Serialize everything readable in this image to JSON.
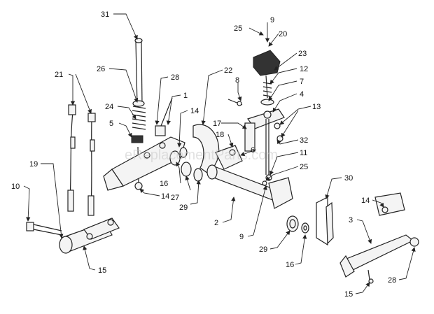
{
  "watermark": "eReplacementParts.com",
  "callouts": [
    {
      "id": "c31a",
      "label": "31"
    },
    {
      "id": "c9a",
      "label": "9"
    },
    {
      "id": "c25a",
      "label": "25"
    },
    {
      "id": "c20",
      "label": "20"
    },
    {
      "id": "c23",
      "label": "23"
    },
    {
      "id": "c21",
      "label": "21"
    },
    {
      "id": "c26",
      "label": "26"
    },
    {
      "id": "c28a",
      "label": "28"
    },
    {
      "id": "c22",
      "label": "22"
    },
    {
      "id": "c12",
      "label": "12"
    },
    {
      "id": "c7",
      "label": "7"
    },
    {
      "id": "c8",
      "label": "8"
    },
    {
      "id": "c1",
      "label": "1"
    },
    {
      "id": "c4",
      "label": "4"
    },
    {
      "id": "c24",
      "label": "24"
    },
    {
      "id": "c14a",
      "label": "14"
    },
    {
      "id": "c13",
      "label": "13"
    },
    {
      "id": "c5",
      "label": "5"
    },
    {
      "id": "c17",
      "label": "17"
    },
    {
      "id": "c32",
      "label": "32"
    },
    {
      "id": "c18",
      "label": "18"
    },
    {
      "id": "c6",
      "label": "6"
    },
    {
      "id": "c11",
      "label": "11"
    },
    {
      "id": "c19",
      "label": "19"
    },
    {
      "id": "c25b",
      "label": "25"
    },
    {
      "id": "c16a",
      "label": "16"
    },
    {
      "id": "c27",
      "label": "27"
    },
    {
      "id": "c30",
      "label": "30"
    },
    {
      "id": "c10",
      "label": "10"
    },
    {
      "id": "c29a",
      "label": "29"
    },
    {
      "id": "c14b",
      "label": "14"
    },
    {
      "id": "c14c",
      "label": "14"
    },
    {
      "id": "c2",
      "label": "2"
    },
    {
      "id": "c3",
      "label": "3"
    },
    {
      "id": "c9b",
      "label": "9"
    },
    {
      "id": "c29b",
      "label": "29"
    },
    {
      "id": "c16b",
      "label": "16"
    },
    {
      "id": "c15a",
      "label": "15"
    },
    {
      "id": "c28b",
      "label": "28"
    },
    {
      "id": "c15b",
      "label": "15"
    }
  ]
}
